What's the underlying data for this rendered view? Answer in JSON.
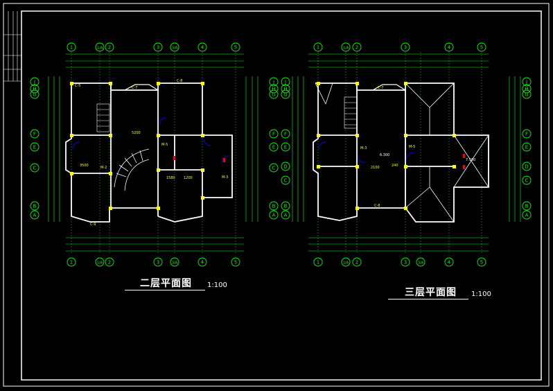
{
  "plans": [
    {
      "title": "二层平面图",
      "scale": "1:100",
      "grid_top": [
        "1",
        "1/A",
        "2",
        "3",
        "3/A",
        "4",
        "5"
      ],
      "grid_bottom": [
        "1",
        "1/A",
        "2",
        "3",
        "3/A",
        "4",
        "5"
      ],
      "grid_side": [
        "J",
        "H",
        "G",
        "F",
        "E",
        "C",
        "B",
        "A"
      ],
      "labels": [
        "C-5",
        "C-7",
        "C-8",
        "C-9",
        "M-2",
        "M-3",
        "M-5",
        "5200",
        "3500",
        "1580",
        "1200"
      ]
    },
    {
      "title": "三层平面图",
      "scale": "1:100",
      "grid_top": [
        "1",
        "1/A",
        "2",
        "3",
        "4",
        "5"
      ],
      "grid_bottom": [
        "1",
        "1/A",
        "2",
        "3",
        "3/A",
        "4",
        "5"
      ],
      "grid_side": [
        "J",
        "H",
        "G",
        "F",
        "E",
        "D",
        "C",
        "B",
        "A"
      ],
      "labels": [
        "C-7",
        "C-8",
        "M-3",
        "M-5",
        "6.300",
        "7.500",
        "2100",
        "240"
      ]
    }
  ],
  "colors": {
    "background": "#000000",
    "frame": "#ffffff",
    "wall": "#ffffff",
    "dimension": "#00ff00",
    "grid_axis": "#00ff00",
    "label": "#ffff00",
    "door": "#0000ff",
    "accent": "#ff0000",
    "text": "#ffffff"
  }
}
